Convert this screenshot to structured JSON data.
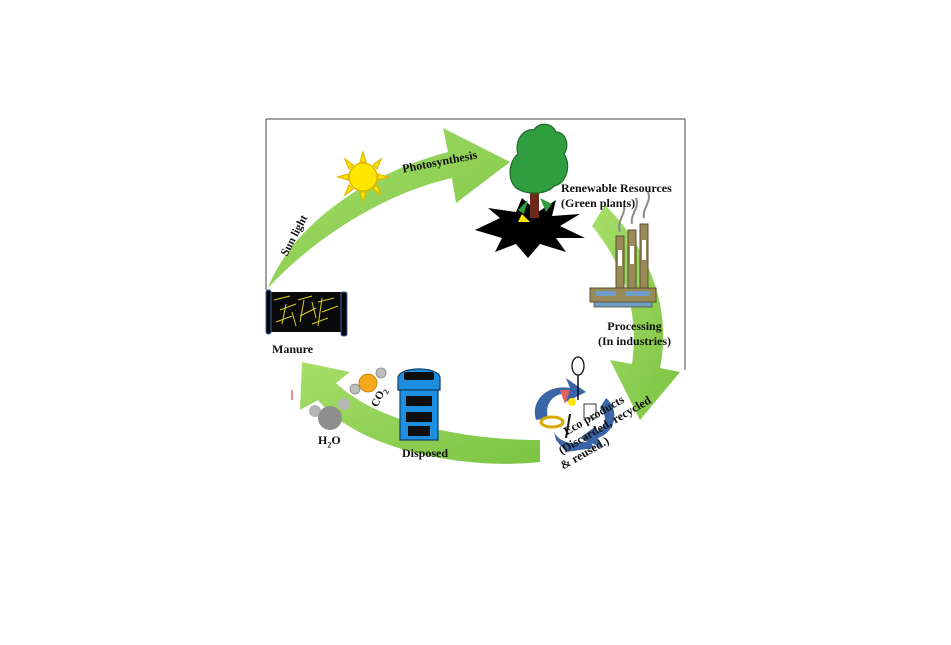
{
  "diagram": {
    "labels": {
      "sunlight": "Sun light",
      "photosynthesis": "Photosynthesis",
      "renewable_line1": "Renewable Resources",
      "renewable_line2": "(Green plants)",
      "processing_line1": "Processing",
      "processing_line2": "(In industries)",
      "eco_line1": "Eco products",
      "eco_line2": "(Discarded, recycled",
      "eco_line3": "& reused.)",
      "disposed": "Disposed",
      "manure": "Manure",
      "h2o_main": "H",
      "h2o_sub": "2",
      "h2o_tail": "O",
      "co2_main": "CO",
      "co2_sub": "2"
    },
    "colors": {
      "arrow_green": "#8fd14f",
      "arrow_dark": "#6aa835",
      "sun": "#ffe600",
      "tree": "#2f9e3e",
      "trunk": "#6b2a1a",
      "ground": "#000000",
      "factory": "#9a8a58",
      "factory_base": "#6f9fc9",
      "bin": "#1e8fe0",
      "eco_blue": "#3a66a8",
      "co2_ball": "#f4a81c",
      "h2o_ball": "#9a9a9a",
      "manure_mat": "#0a0a0a",
      "manure_line": "#d8d020"
    },
    "icons": [
      "sun-icon",
      "tree-icon",
      "factory-icon",
      "eco-products-icon",
      "dustbin-icon",
      "co2-molecule-icon",
      "h2o-molecule-icon",
      "manure-mat-icon"
    ]
  }
}
